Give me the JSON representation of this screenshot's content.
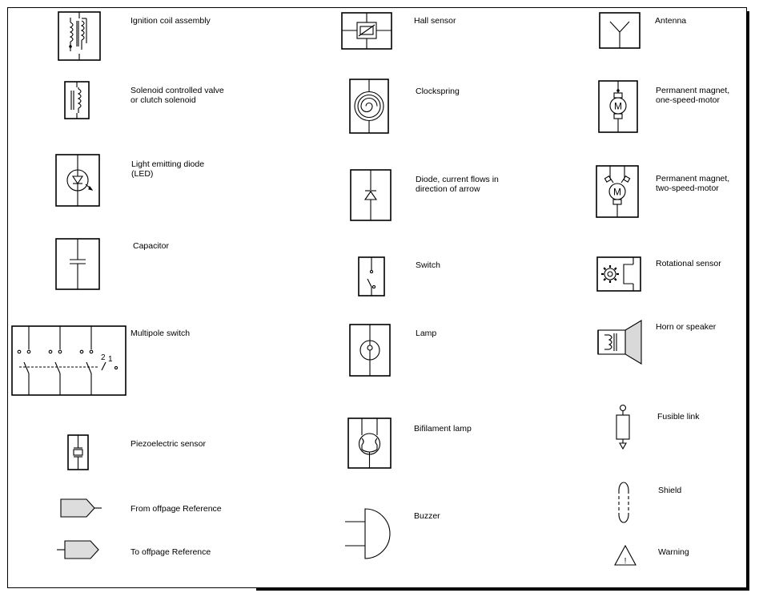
{
  "legend": {
    "col1": [
      {
        "id": "ignition",
        "lines": [
          "Ignition coil assembly"
        ],
        "icon": "ignition-coil-icon"
      },
      {
        "id": "solenoid",
        "lines": [
          "Solenoid controlled valve",
          "or clutch solenoid"
        ],
        "icon": "solenoid-icon"
      },
      {
        "id": "led",
        "lines": [
          "Light emitting diode",
          "(LED)"
        ],
        "icon": "led-icon"
      },
      {
        "id": "capacitor",
        "lines": [
          "Capacitor"
        ],
        "icon": "capacitor-icon"
      },
      {
        "id": "multipole",
        "lines": [
          "Multipole switch"
        ],
        "icon": "multipole-switch-icon",
        "marks": [
          "2",
          "1"
        ]
      },
      {
        "id": "piezo",
        "lines": [
          "Piezoelectric sensor"
        ],
        "icon": "piezo-sensor-icon"
      },
      {
        "id": "from-ref",
        "lines": [
          "From offpage Reference"
        ],
        "icon": "from-offpage-icon"
      },
      {
        "id": "to-ref",
        "lines": [
          "To offpage Reference"
        ],
        "icon": "to-offpage-icon"
      }
    ],
    "col2": [
      {
        "id": "hall",
        "lines": [
          "Hall sensor"
        ],
        "icon": "hall-sensor-icon"
      },
      {
        "id": "clockspring",
        "lines": [
          "Clockspring"
        ],
        "icon": "clockspring-icon"
      },
      {
        "id": "diode",
        "lines": [
          "Diode, current flows in",
          "direction of arrow"
        ],
        "icon": "diode-icon"
      },
      {
        "id": "switch",
        "lines": [
          "Switch"
        ],
        "icon": "switch-icon"
      },
      {
        "id": "lamp",
        "lines": [
          "Lamp"
        ],
        "icon": "lamp-icon"
      },
      {
        "id": "bifilament",
        "lines": [
          "Bifilament lamp"
        ],
        "icon": "bifilament-lamp-icon"
      },
      {
        "id": "buzzer",
        "lines": [
          "Buzzer"
        ],
        "icon": "buzzer-icon"
      }
    ],
    "col3": [
      {
        "id": "antenna",
        "lines": [
          "Antenna"
        ],
        "icon": "antenna-icon"
      },
      {
        "id": "motor1",
        "lines": [
          "Permanent magnet,",
          "one-speed-motor"
        ],
        "icon": "motor-one-speed-icon",
        "marks": [
          "M"
        ]
      },
      {
        "id": "motor2",
        "lines": [
          "Permanent magnet,",
          "two-speed-motor"
        ],
        "icon": "motor-two-speed-icon",
        "marks": [
          "M"
        ]
      },
      {
        "id": "rotational",
        "lines": [
          "Rotational sensor"
        ],
        "icon": "rotational-sensor-icon"
      },
      {
        "id": "horn",
        "lines": [
          "Horn or speaker"
        ],
        "icon": "horn-speaker-icon"
      },
      {
        "id": "fusible",
        "lines": [
          "Fusible link"
        ],
        "icon": "fusible-link-icon"
      },
      {
        "id": "shield",
        "lines": [
          "Shield"
        ],
        "icon": "shield-icon"
      },
      {
        "id": "warning",
        "lines": [
          "Warning"
        ],
        "icon": "warning-icon",
        "marks": [
          "!"
        ]
      }
    ]
  }
}
